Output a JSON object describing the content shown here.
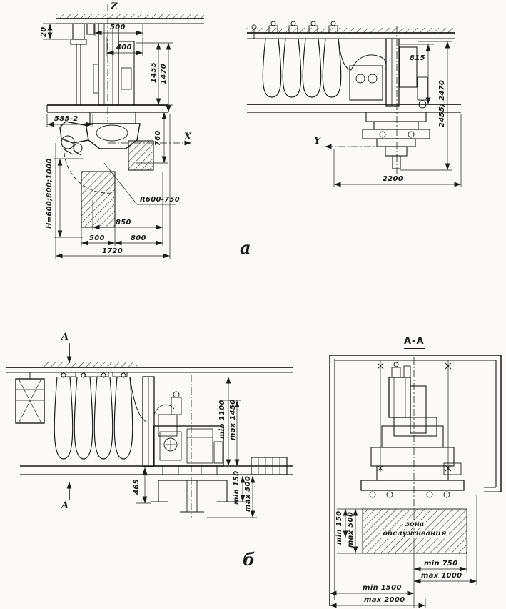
{
  "colors": {
    "ink": "#1b1b1b",
    "paper": "#fbfaf6"
  },
  "drawing": {
    "figure_label_a": "а",
    "figure_label_b": "б",
    "section_title": "A-A"
  },
  "view_a_left": {
    "axis_z": "Z",
    "axis_x": "X",
    "dim_20": "20",
    "dim_500_top": "500",
    "dim_400": "400",
    "dim_1455": "1455",
    "dim_1470": "1470",
    "dim_585": "585-2",
    "dim_760": "760",
    "radius_callout": "R600-750",
    "height_variants": "H=600;800;1000",
    "dim_850": "850",
    "dim_500_bottom": "500",
    "dim_800": "800",
    "dim_1720": "1720"
  },
  "view_a_right": {
    "axis_y": "Y",
    "dim_815": "815",
    "dim_2455_2470": "2455; 2470",
    "dim_2200": "2200"
  },
  "view_b": {
    "section_mark_top": "A",
    "section_mark_bottom": "A",
    "dim_min_1100": "min 1100",
    "dim_max_1450": "max 1450",
    "dim_465": "465",
    "dim_min_150": "min 150",
    "dim_max_500": "max 500"
  },
  "view_aa": {
    "dim_min_150": "min 150",
    "dim_max_500": "max 500",
    "zone_line1": "зона",
    "zone_line2": "обслуживания",
    "dim_min_750": "min 750",
    "dim_max_1000": "max 1000",
    "dim_min_1500": "min 1500",
    "dim_max_2000": "max 2000"
  }
}
